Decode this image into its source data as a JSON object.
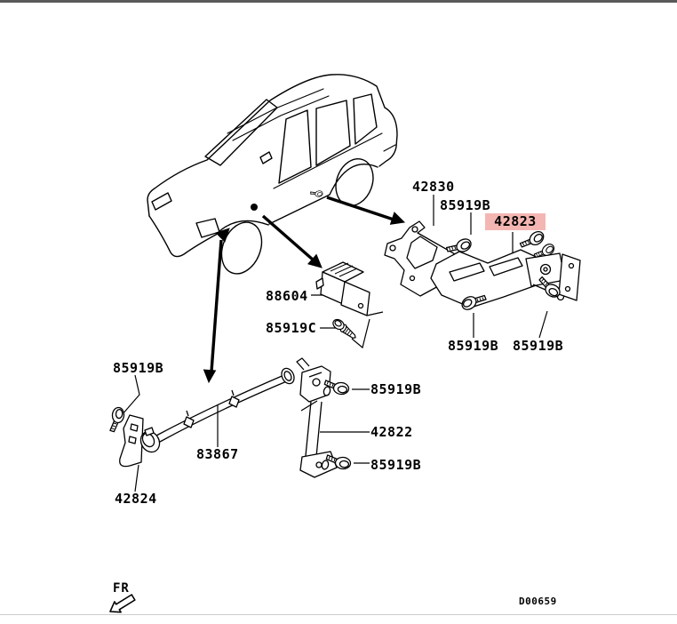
{
  "diagram": {
    "type": "vehicle-parts-exploded-diagram",
    "figure_code": "D00659",
    "front_marker": "FR",
    "highlight_color": "#f4b6b2",
    "line_color": "#000000",
    "background_color": "#ffffff",
    "top_border_color": "#5a5a5a",
    "bottom_rule_color": "#cccccc"
  },
  "part_labels": [
    {
      "text": "42830",
      "highlighted": false
    },
    {
      "text": "85919B",
      "highlighted": false
    },
    {
      "text": "42823",
      "highlighted": true
    },
    {
      "text": "88604",
      "highlighted": false
    },
    {
      "text": "85919C",
      "highlighted": false
    },
    {
      "text": "85919B",
      "highlighted": false
    },
    {
      "text": "85919B",
      "highlighted": false
    },
    {
      "text": "85919B",
      "highlighted": false
    },
    {
      "text": "42824",
      "highlighted": false
    },
    {
      "text": "83867",
      "highlighted": false
    },
    {
      "text": "85919B",
      "highlighted": false
    },
    {
      "text": "42822",
      "highlighted": false
    },
    {
      "text": "85919B",
      "highlighted": false
    }
  ]
}
